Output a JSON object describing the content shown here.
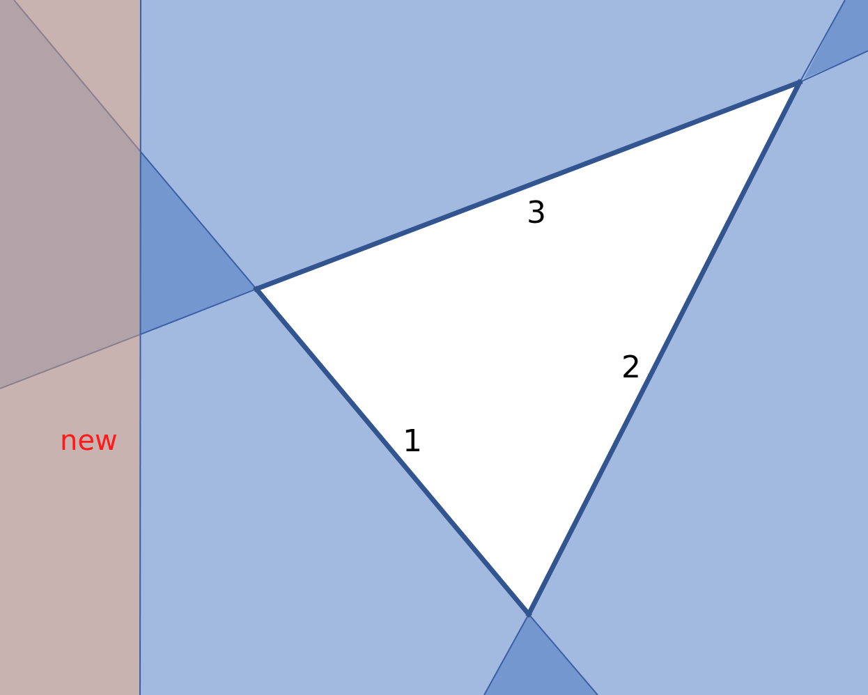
{
  "labels": {
    "edge_1": "1",
    "edge_2": "2",
    "edge_3": "3",
    "region_new": "new"
  },
  "colors": {
    "halfplane_fill": "#a2b9e0",
    "overlap_fill": "#7597d0",
    "boundary_line": "#3a5fa3",
    "triangle_edge": "#33558f",
    "triangle_fill": "#ffffff",
    "new_region_fill": "#c9b3b0",
    "new_overlap_fill": "#b2a3a8",
    "new_boundary_line": "#8a7f8c",
    "new_label": "#ff1a1a"
  }
}
